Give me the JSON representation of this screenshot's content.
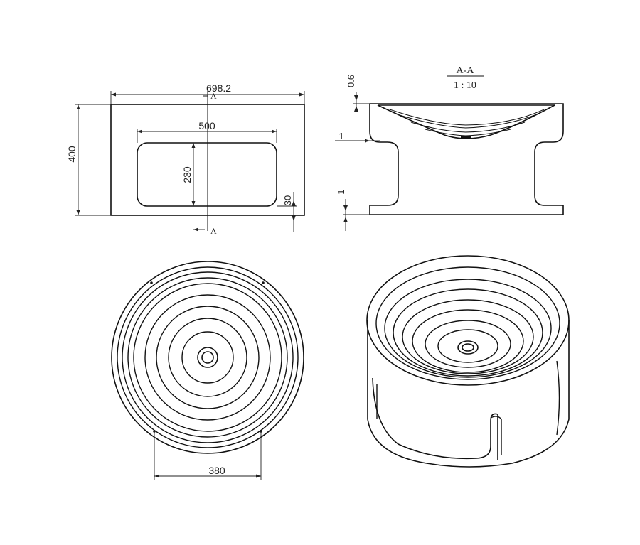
{
  "front_view": {
    "width_label": "698.2",
    "opening_width_label": "500",
    "opening_height_label": "230",
    "height_label": "400",
    "offset_label": "30",
    "section_marker_top": "A",
    "section_marker_bottom": "A"
  },
  "section_view": {
    "section_name": "A-A",
    "scale_label": "1 : 10",
    "rim_label": "0.6",
    "wall_label_upper": "1",
    "wall_label_lower": "1"
  },
  "top_view": {
    "diameter_label": "380"
  }
}
